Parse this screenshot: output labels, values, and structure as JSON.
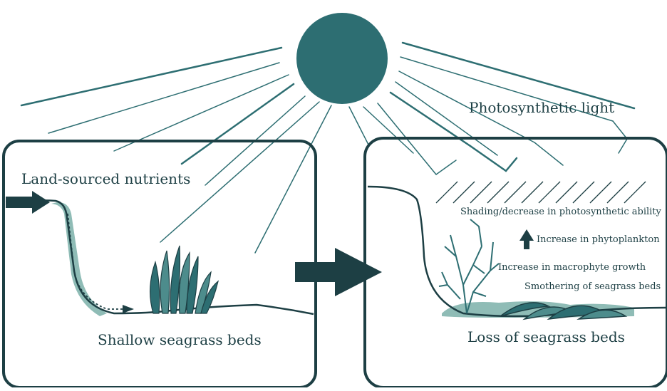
{
  "colors": {
    "sun": "#2d6e72",
    "ink": "#1d3f44",
    "sediment": "#8fbcb6",
    "background": "#ffffff"
  },
  "left_panel": {
    "input_label": "Land-sourced nutrients",
    "caption": "Shallow seagrass beds"
  },
  "right_panel": {
    "light_label": "Photosynthetic light",
    "effects": [
      "Shading/decrease in photosynthetic ability",
      "Increase in phytoplankton",
      "Increase in macrophyte growth",
      "Smothering of seagrass beds"
    ],
    "caption": "Loss of seagrass beds"
  },
  "icons": {
    "sun": "sun-icon",
    "transition_arrow": "arrow-right-icon",
    "up_arrow": "arrow-up-icon"
  }
}
